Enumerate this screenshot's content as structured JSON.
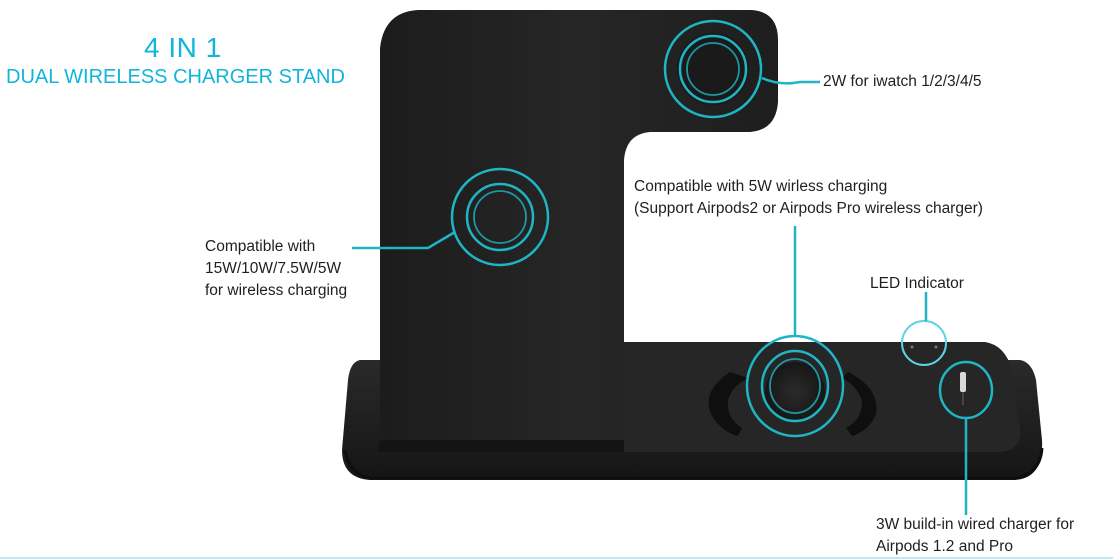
{
  "heading": {
    "main": "4 IN 1",
    "sub": "DUAL WIRELESS CHARGER STAND"
  },
  "callouts": {
    "iwatch": "2W for iwatch 1/2/3/4/5",
    "phone": {
      "line1": "Compatible with",
      "line2": "15W/10W/7.5W/5W",
      "line3": "for wireless charging"
    },
    "airpods_wireless": {
      "line1": "Compatible with 5W wirless charging",
      "line2": "(Support Airpods2 or Airpods Pro wireless charger)"
    },
    "led": "LED Indicator",
    "wired": {
      "line1": "3W build-in wired charger for",
      "line2": "Airpods 1.2 and Pro"
    }
  },
  "colors": {
    "accent": "#11b5dc",
    "ring": "#1fb5c4",
    "body": "#232323",
    "text": "#1f1f1f"
  }
}
